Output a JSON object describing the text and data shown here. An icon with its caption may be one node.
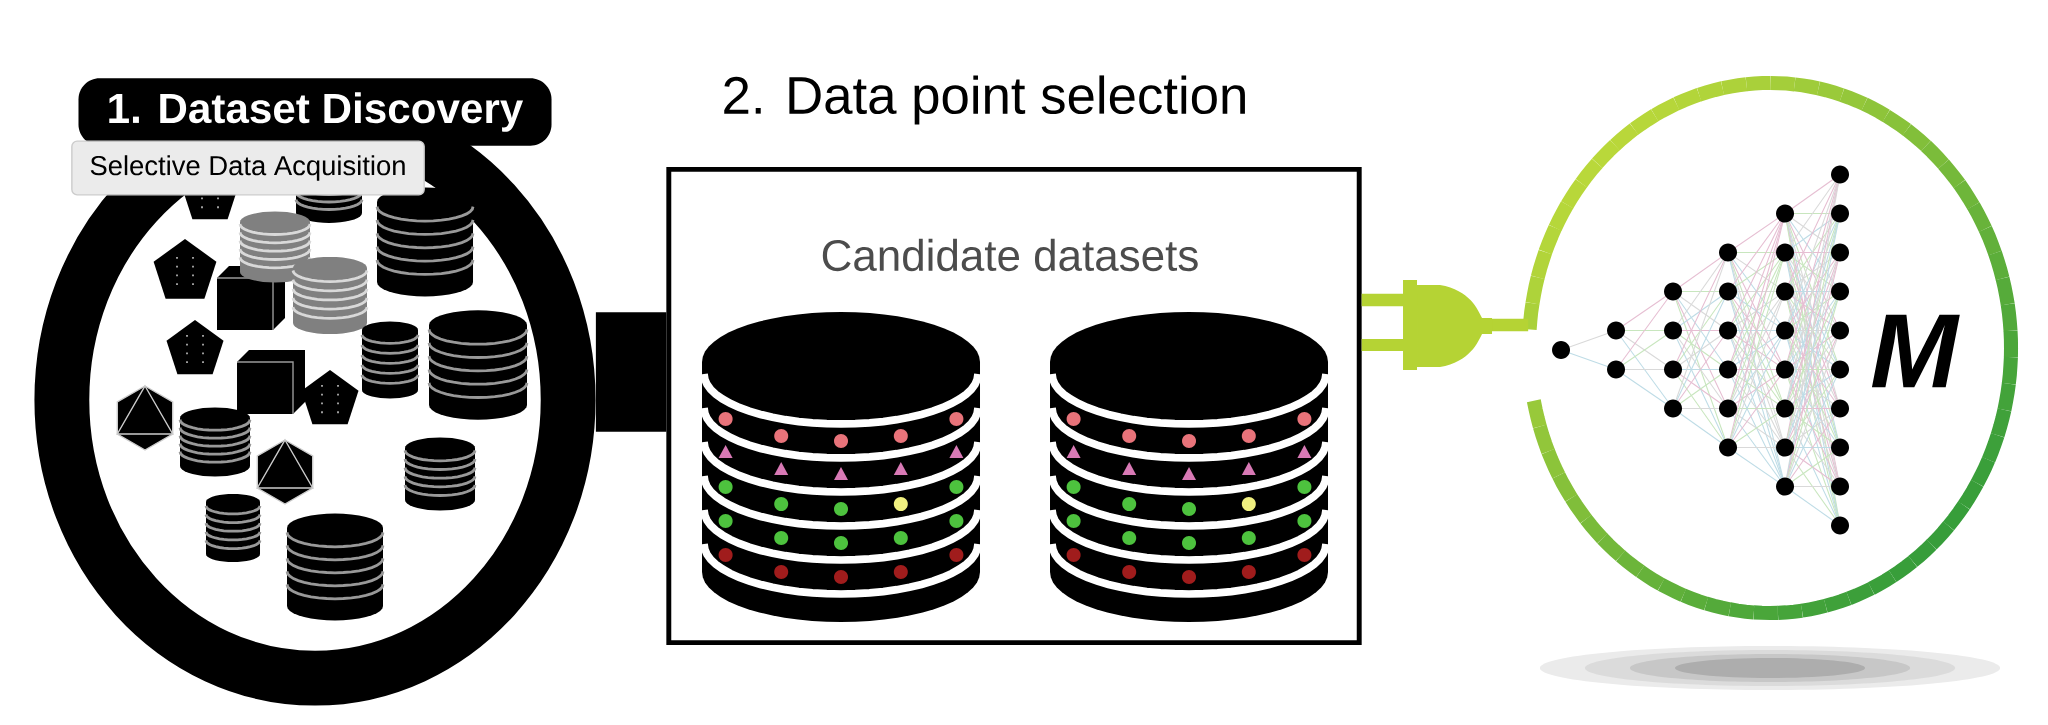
{
  "diagram": {
    "nodes": [
      {
        "text": [
          "1. Dataset Discovery"
        ]
      },
      {
        "text": [
          "2. Data point selection",
          "Candidate datasets"
        ]
      },
      {
        "text": [
          "M"
        ]
      }
    ],
    "edges": [
      {
        "from": 0,
        "to": 1,
        "arrow": "none",
        "style": "thick"
      },
      {
        "from": 1,
        "to": 2,
        "arrow": "none",
        "color": "#b5d334"
      }
    ],
    "labels": [
      "Selective Data Acquisition"
    ]
  }
}
